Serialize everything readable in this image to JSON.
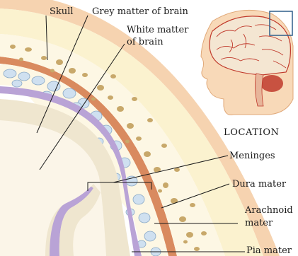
{
  "labels": {
    "skull": "Skull",
    "grey_matter": "Grey matter of brain",
    "white_matter_line1": "White matter",
    "white_matter_line2": "of brain",
    "location": "LOCATION",
    "meninges": "Meninges",
    "dura_mater": "Dura mater",
    "arachnoid_line1": "Arachnoid",
    "arachnoid_line2": "mater",
    "pia_mater": "Pia mater"
  },
  "colors": {
    "skull_outer": "#f6d3b0",
    "bone": "#fbf2cf",
    "bone_spots": "#c8a86a",
    "dura": "#d98a5f",
    "arachnoid": "#fdf7e4",
    "arachnoid_cells": "#cfe0f0",
    "pia": "#b9a3d6",
    "grey_matter": "#efe6cf",
    "white_matter": "#fbf5e8",
    "head_skin": "#f8d9b8",
    "brain_outline": "#c0392b",
    "cerebellum": "#c0392b",
    "locator_box": "#2e5f8a"
  },
  "icons": {
    "head_illustration": "head-profile-brain-icon",
    "locator_box": "location-box-icon"
  }
}
